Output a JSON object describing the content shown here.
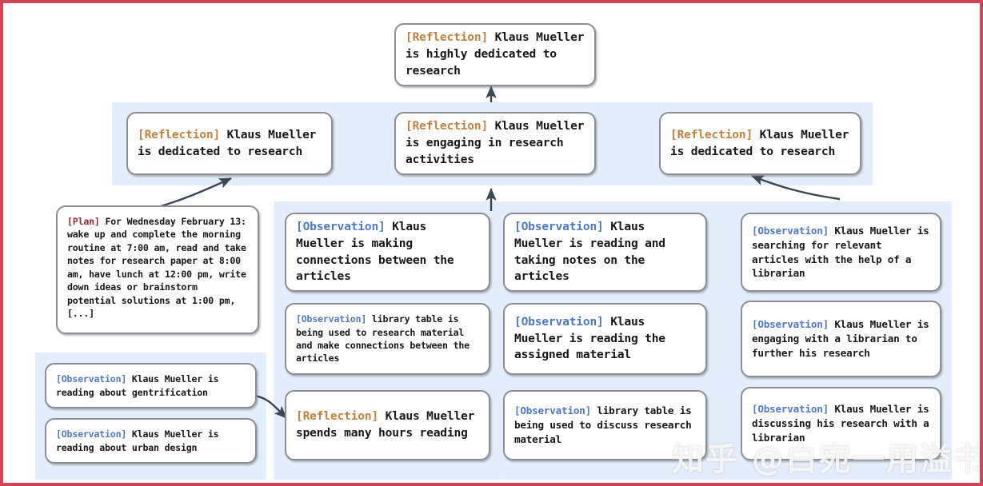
{
  "figure": {
    "title": "Generative agent memory stream reflection tree",
    "border_color": "#cf4657",
    "panel_color": "#e4edfa",
    "node_border_color": "#8c8f94",
    "tag_colors": {
      "reflection": "#c4813f",
      "observation": "#4d79c7",
      "plan": "#8e2d33"
    }
  },
  "watermark": {
    "text": "知乎 @白宛一用溢书生"
  },
  "nodes": {
    "root_reflection": {
      "tag": "[Reflection]",
      "tag_type": "reflection",
      "text": " Klaus Mueller is highly dedicated to research"
    },
    "mid_reflection_left": {
      "tag": "[Reflection]",
      "tag_type": "reflection",
      "text": " Klaus Mueller is dedicated to research"
    },
    "mid_reflection_center": {
      "tag": "[Reflection]",
      "tag_type": "reflection",
      "text": " Klaus Mueller is engaging in research activities"
    },
    "mid_reflection_right": {
      "tag": "[Reflection]",
      "tag_type": "reflection",
      "text": " Klaus Mueller is dedicated to research"
    },
    "plan_box": {
      "tag": "[Plan]",
      "tag_type": "plan",
      "text": " For Wednesday February 13: wake up and complete the morning routine at 7:00 am, read and take notes for research paper at 8:00 am, have lunch at 12:00 pm, write down ideas or brainstorm potential solutions at 1:00 pm, [...]"
    },
    "left_obs_1": {
      "tag": "[Observation]",
      "tag_type": "observation",
      "text": " Klaus Mueller is reading about gentrification"
    },
    "left_obs_2": {
      "tag": "[Observation]",
      "tag_type": "observation",
      "text": " Klaus Mueller is reading about urban design"
    },
    "col1_obs_1": {
      "tag": "[Observation]",
      "tag_type": "observation",
      "text": " Klaus Mueller is making connections between the articles"
    },
    "col1_obs_2": {
      "tag": "[Observation]",
      "tag_type": "observation",
      "text": " library table is being used to research material and make connections between the articles"
    },
    "col1_reflection": {
      "tag": "[Reflection]",
      "tag_type": "reflection",
      "text": " Klaus Mueller spends many hours reading"
    },
    "col2_obs_1": {
      "tag": "[Observation]",
      "tag_type": "observation",
      "text": " Klaus Mueller is reading and taking notes on the articles"
    },
    "col2_obs_2": {
      "tag": "[Observation]",
      "tag_type": "observation",
      "text": " Klaus Mueller is reading the assigned material"
    },
    "col2_obs_3": {
      "tag": "[Observation]",
      "tag_type": "observation",
      "text": " library table is being used to discuss research material"
    },
    "col3_obs_1": {
      "tag": "[Observation]",
      "tag_type": "observation",
      "text": " Klaus Mueller is searching for relevant articles with the help of a librarian"
    },
    "col3_obs_2": {
      "tag": "[Observation]",
      "tag_type": "observation",
      "text": " Klaus Mueller is engaging with a librarian to further his research"
    },
    "col3_obs_3": {
      "tag": "[Observation]",
      "tag_type": "observation",
      "text": " Klaus Mueller is discussing his research with a librarian"
    }
  }
}
